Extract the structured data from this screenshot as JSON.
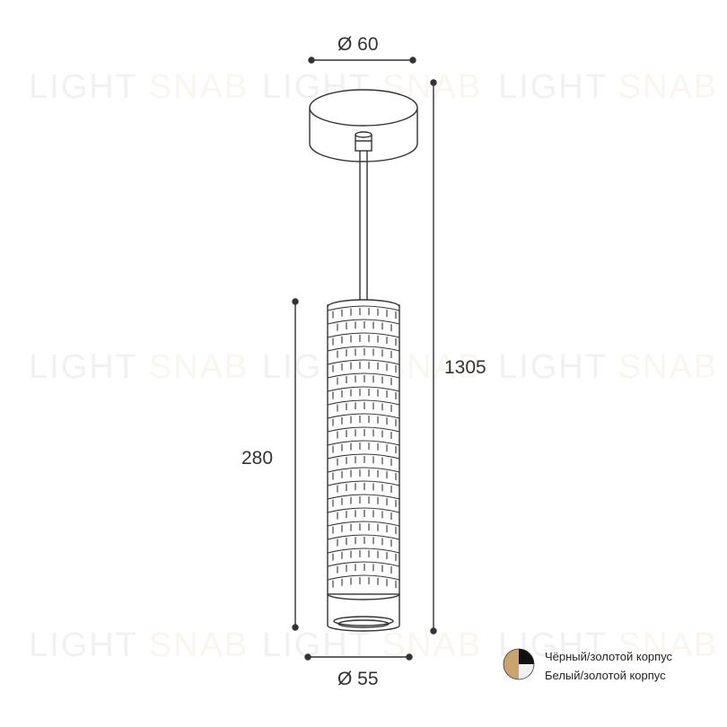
{
  "watermark": {
    "part1": "LIGHT",
    "part2": "SNAB"
  },
  "dimensions": {
    "canopy_diameter": "Ø 60",
    "body_diameter": "Ø 55",
    "total_height": "1305",
    "body_height": "280"
  },
  "legend": {
    "items": [
      {
        "label": "Чёрный/золотой корпус"
      },
      {
        "label": "Белый/золотой корпус"
      }
    ]
  },
  "colors": {
    "line": "#333333",
    "gold": "#c9a46e",
    "black": "#111111",
    "white": "#f2f2f2",
    "watermark_gray": "#555555",
    "watermark_gold": "#c49a3c"
  }
}
